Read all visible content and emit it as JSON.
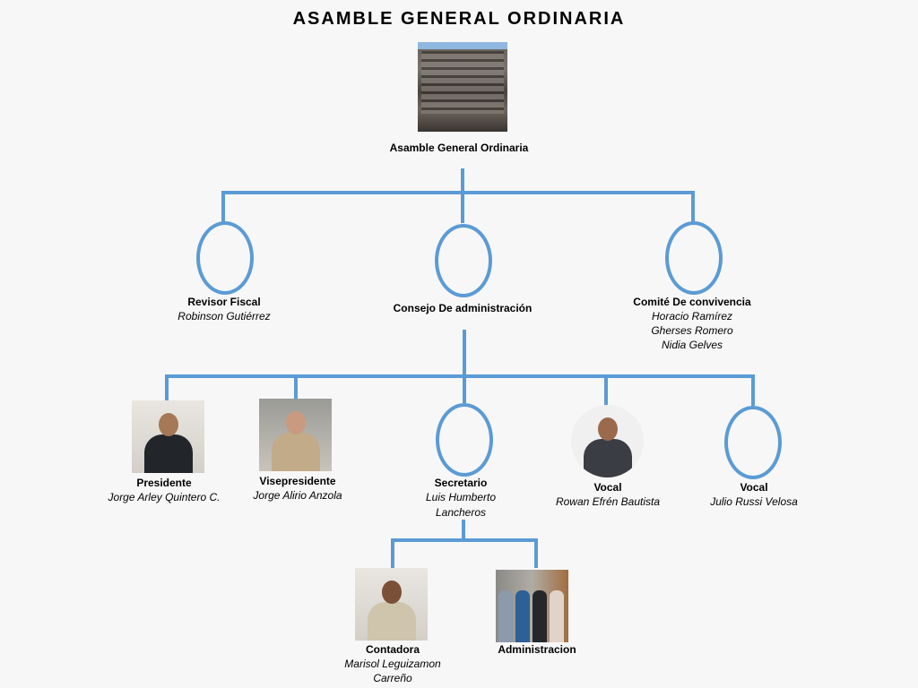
{
  "title": "ASAMBLE GENERAL ORDINARIA",
  "root": {
    "role": "Asamble General Ordinaria"
  },
  "level1": [
    {
      "role": "Revisor Fiscal",
      "names": [
        "Robinson Gutiérrez"
      ]
    },
    {
      "role": "Consejo De administración",
      "names": []
    },
    {
      "role": "Comité De convivencia",
      "names": [
        "Horacio Ramírez",
        "Gherses Romero",
        "Nidia Gelves"
      ]
    }
  ],
  "level2": [
    {
      "role": "Presidente",
      "names": [
        "Jorge Arley Quintero C."
      ]
    },
    {
      "role": "Visepresidente",
      "names": [
        "Jorge Alirio Anzola"
      ]
    },
    {
      "role": "Secretario",
      "names": [
        "Luis Humberto",
        "Lancheros"
      ]
    },
    {
      "role": "Vocal",
      "names": [
        "Rowan Efrén Bautista"
      ]
    },
    {
      "role": "Vocal",
      "names": [
        "Julio Russi Velosa"
      ]
    }
  ],
  "level3": [
    {
      "role": "Contadora",
      "names": [
        "Marisol Leguizamon",
        "Carreño"
      ]
    },
    {
      "role": "Administracion",
      "names": []
    }
  ],
  "colors": {
    "connector": "#5b9bd5",
    "background": "#f7f7f7"
  }
}
